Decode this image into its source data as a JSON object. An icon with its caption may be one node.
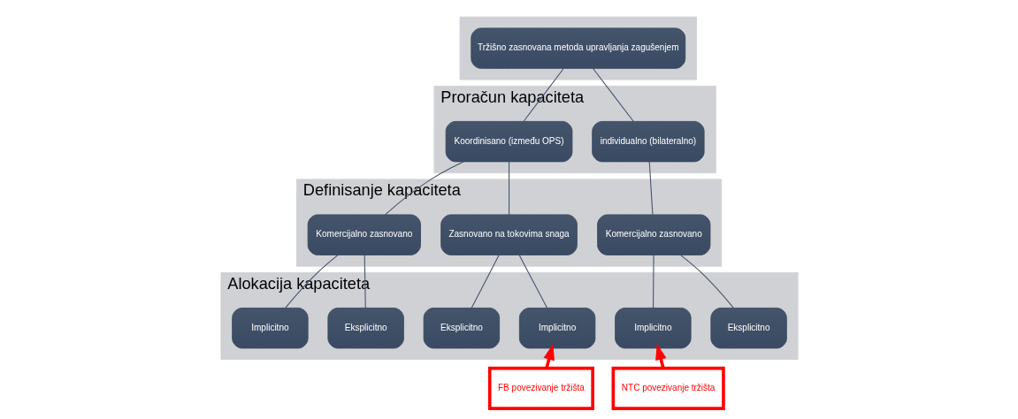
{
  "diagram": {
    "nodes": [
      {
        "text": [],
        "shape": "band"
      },
      {
        "text": [
          "Tržišno zasnovana metoda upravljanja zagušenjem"
        ],
        "in": 0
      },
      {
        "text": [
          "Proračun kapaciteta"
        ]
      },
      {
        "text": [
          "individualno (bilateralno)"
        ],
        "in": 2
      },
      {
        "text": [
          "Koordinisano (između OPS)"
        ],
        "in": 2
      },
      {
        "text": [
          "Definisanje kapaciteta"
        ]
      },
      {
        "text": [
          "Komercijalno zasnovano"
        ],
        "in": 5
      },
      {
        "text": [
          "Komercijalno zasnovano"
        ],
        "in": 5
      },
      {
        "text": [
          "Zasnovano na tokovima snaga"
        ],
        "in": 5
      },
      {
        "text": [
          "Alokacija kapaciteta"
        ]
      },
      {
        "text": [
          "Eksplicitno"
        ],
        "in": 9
      },
      {
        "text": [
          "Implicitno"
        ],
        "in": 9
      },
      {
        "text": [
          "Eksplicitno"
        ],
        "in": 9
      },
      {
        "text": [
          "Implicitno"
        ],
        "in": 9
      },
      {
        "text": [
          "Eksplicitno"
        ],
        "in": 9
      },
      {
        "text": [
          "Implicitno"
        ],
        "in": 9
      },
      {
        "text": [
          "NTC povezivanje tržišta"
        ]
      },
      {
        "text": [
          "FB povezivanje tržišta"
        ]
      }
    ],
    "edges": [
      {
        "from": 1,
        "to": 3,
        "arrow": "none"
      },
      {
        "from": 1,
        "to": 4,
        "arrow": "none"
      },
      {
        "from": 3,
        "to": 6,
        "arrow": "none"
      },
      {
        "from": 4,
        "to": 7,
        "arrow": "none"
      },
      {
        "from": 4,
        "to": 8,
        "arrow": "none"
      },
      {
        "from": 6,
        "to": 10,
        "arrow": "none"
      },
      {
        "from": 6,
        "to": 11,
        "arrow": "none"
      },
      {
        "from": 7,
        "to": 12,
        "arrow": "none"
      },
      {
        "from": 7,
        "to": 13,
        "arrow": "none"
      },
      {
        "from": 8,
        "to": 14,
        "arrow": "none"
      },
      {
        "from": 8,
        "to": 15,
        "arrow": "none"
      },
      {
        "from": 16,
        "to": 11,
        "arrow": "to",
        "style": "thick",
        "color": "#ff0000"
      },
      {
        "from": 17,
        "to": 15,
        "arrow": "to",
        "style": "thick",
        "color": "#ff0000"
      }
    ]
  }
}
